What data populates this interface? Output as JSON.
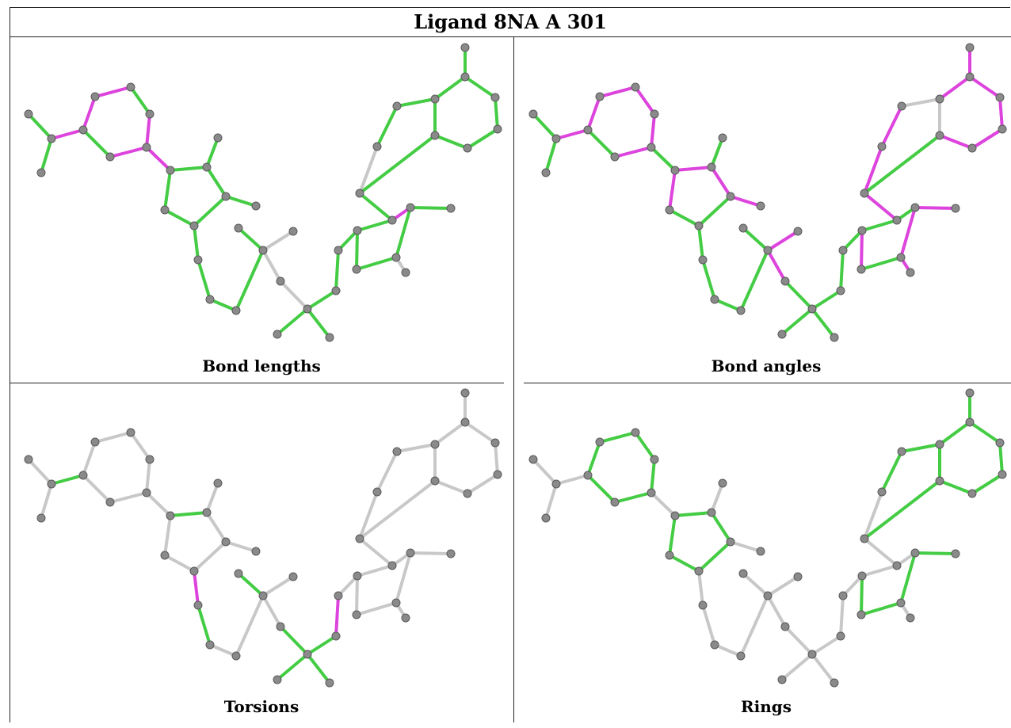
{
  "title": "Ligand 8NA A 301",
  "panels": [
    {
      "caption": "Bond lengths"
    },
    {
      "caption": "Bond angles"
    },
    {
      "caption": "Torsions"
    },
    {
      "caption": "Rings"
    }
  ],
  "colors": {
    "good": "#44cc44",
    "outlier": "#dd44dd",
    "neutral": "#c8c8c8",
    "atom": "#8a8a8a",
    "atom_edge": "#5a5a5a",
    "border": "#222222"
  }
}
